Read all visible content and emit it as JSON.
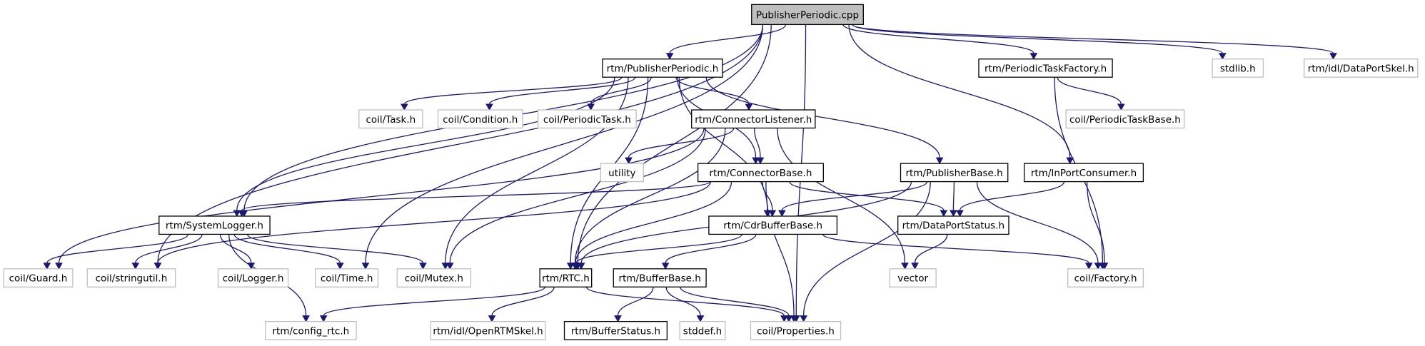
{
  "title": "PublisherPeriodic.cpp include dependency graph",
  "colors": {
    "edge": "#191970",
    "root_fill": "#bfbfbf",
    "documented_border": "#000000",
    "external_border": "#bfbfbf",
    "text": "#000000"
  },
  "nodes": [
    {
      "id": "root",
      "label": "PublisherPeriodic.cpp",
      "kind": "root"
    },
    {
      "id": "pubperh",
      "label": "rtm/PublisherPeriodic.h",
      "kind": "documented"
    },
    {
      "id": "ptfact",
      "label": "rtm/PeriodicTaskFactory.h",
      "kind": "documented"
    },
    {
      "id": "stdlib",
      "label": "stdlib.h",
      "kind": "external"
    },
    {
      "id": "dpskel",
      "label": "rtm/idl/DataPortSkel.h",
      "kind": "external"
    },
    {
      "id": "task",
      "label": "coil/Task.h",
      "kind": "external"
    },
    {
      "id": "cond",
      "label": "coil/Condition.h",
      "kind": "external"
    },
    {
      "id": "ptask",
      "label": "coil/PeriodicTask.h",
      "kind": "external"
    },
    {
      "id": "connlist",
      "label": "rtm/ConnectorListener.h",
      "kind": "documented"
    },
    {
      "id": "ptbase",
      "label": "coil/PeriodicTaskBase.h",
      "kind": "external"
    },
    {
      "id": "utility",
      "label": "utility",
      "kind": "external"
    },
    {
      "id": "connbase",
      "label": "rtm/ConnectorBase.h",
      "kind": "documented"
    },
    {
      "id": "pubbase",
      "label": "rtm/PublisherBase.h",
      "kind": "documented"
    },
    {
      "id": "inport",
      "label": "rtm/InPortConsumer.h",
      "kind": "documented"
    },
    {
      "id": "syslog",
      "label": "rtm/SystemLogger.h",
      "kind": "documented"
    },
    {
      "id": "cdrbuf",
      "label": "rtm/CdrBufferBase.h",
      "kind": "documented"
    },
    {
      "id": "dpstatus",
      "label": "rtm/DataPortStatus.h",
      "kind": "documented"
    },
    {
      "id": "guard",
      "label": "coil/Guard.h",
      "kind": "external"
    },
    {
      "id": "strutil",
      "label": "coil/stringutil.h",
      "kind": "external"
    },
    {
      "id": "logger",
      "label": "coil/Logger.h",
      "kind": "external"
    },
    {
      "id": "time",
      "label": "coil/Time.h",
      "kind": "external"
    },
    {
      "id": "mutex",
      "label": "coil/Mutex.h",
      "kind": "external"
    },
    {
      "id": "rtc",
      "label": "rtm/RTC.h",
      "kind": "documented"
    },
    {
      "id": "bufbase",
      "label": "rtm/BufferBase.h",
      "kind": "documented"
    },
    {
      "id": "vector",
      "label": "vector",
      "kind": "external"
    },
    {
      "id": "factory",
      "label": "coil/Factory.h",
      "kind": "external"
    },
    {
      "id": "configrtc",
      "label": "rtm/config_rtc.h",
      "kind": "external"
    },
    {
      "id": "ortmskel",
      "label": "rtm/idl/OpenRTMSkel.h",
      "kind": "external"
    },
    {
      "id": "bufstatus",
      "label": "rtm/BufferStatus.h",
      "kind": "documented"
    },
    {
      "id": "stddef",
      "label": "stddef.h",
      "kind": "external"
    },
    {
      "id": "props",
      "label": "coil/Properties.h",
      "kind": "external"
    }
  ],
  "edges": [
    [
      "root",
      "pubperh"
    ],
    [
      "root",
      "ptfact"
    ],
    [
      "root",
      "stdlib"
    ],
    [
      "root",
      "dpskel"
    ],
    [
      "root",
      "inport"
    ],
    [
      "root",
      "syslog"
    ],
    [
      "root",
      "strutil"
    ],
    [
      "root",
      "time"
    ],
    [
      "root",
      "rtc"
    ],
    [
      "root",
      "props"
    ],
    [
      "pubperh",
      "task"
    ],
    [
      "pubperh",
      "cond"
    ],
    [
      "pubperh",
      "ptask"
    ],
    [
      "pubperh",
      "connlist"
    ],
    [
      "pubperh",
      "connbase"
    ],
    [
      "pubperh",
      "pubbase"
    ],
    [
      "pubperh",
      "cdrbuf"
    ],
    [
      "pubperh",
      "syslog"
    ],
    [
      "pubperh",
      "rtc"
    ],
    [
      "pubperh",
      "mutex"
    ],
    [
      "ptfact",
      "ptbase"
    ],
    [
      "ptfact",
      "factory"
    ],
    [
      "connlist",
      "utility"
    ],
    [
      "connlist",
      "connbase"
    ],
    [
      "connlist",
      "guard"
    ],
    [
      "connlist",
      "mutex"
    ],
    [
      "connlist",
      "rtc"
    ],
    [
      "connlist",
      "vector"
    ],
    [
      "connbase",
      "syslog"
    ],
    [
      "connbase",
      "cdrbuf"
    ],
    [
      "connbase",
      "dpstatus"
    ],
    [
      "connbase",
      "rtc"
    ],
    [
      "connbase",
      "strutil"
    ],
    [
      "connbase",
      "props"
    ],
    [
      "pubbase",
      "cdrbuf"
    ],
    [
      "pubbase",
      "dpstatus"
    ],
    [
      "pubbase",
      "rtc"
    ],
    [
      "pubbase",
      "factory"
    ],
    [
      "pubbase",
      "props"
    ],
    [
      "inport",
      "dpstatus"
    ],
    [
      "inport",
      "factory"
    ],
    [
      "syslog",
      "guard"
    ],
    [
      "syslog",
      "strutil"
    ],
    [
      "syslog",
      "logger"
    ],
    [
      "syslog",
      "time"
    ],
    [
      "syslog",
      "mutex"
    ],
    [
      "syslog",
      "configrtc"
    ],
    [
      "cdrbuf",
      "rtc"
    ],
    [
      "cdrbuf",
      "bufbase"
    ],
    [
      "cdrbuf",
      "factory"
    ],
    [
      "dpstatus",
      "vector"
    ],
    [
      "rtc",
      "configrtc"
    ],
    [
      "rtc",
      "ortmskel"
    ],
    [
      "rtc",
      "props"
    ],
    [
      "bufbase",
      "bufstatus"
    ],
    [
      "bufbase",
      "stddef"
    ],
    [
      "bufbase",
      "props"
    ]
  ]
}
